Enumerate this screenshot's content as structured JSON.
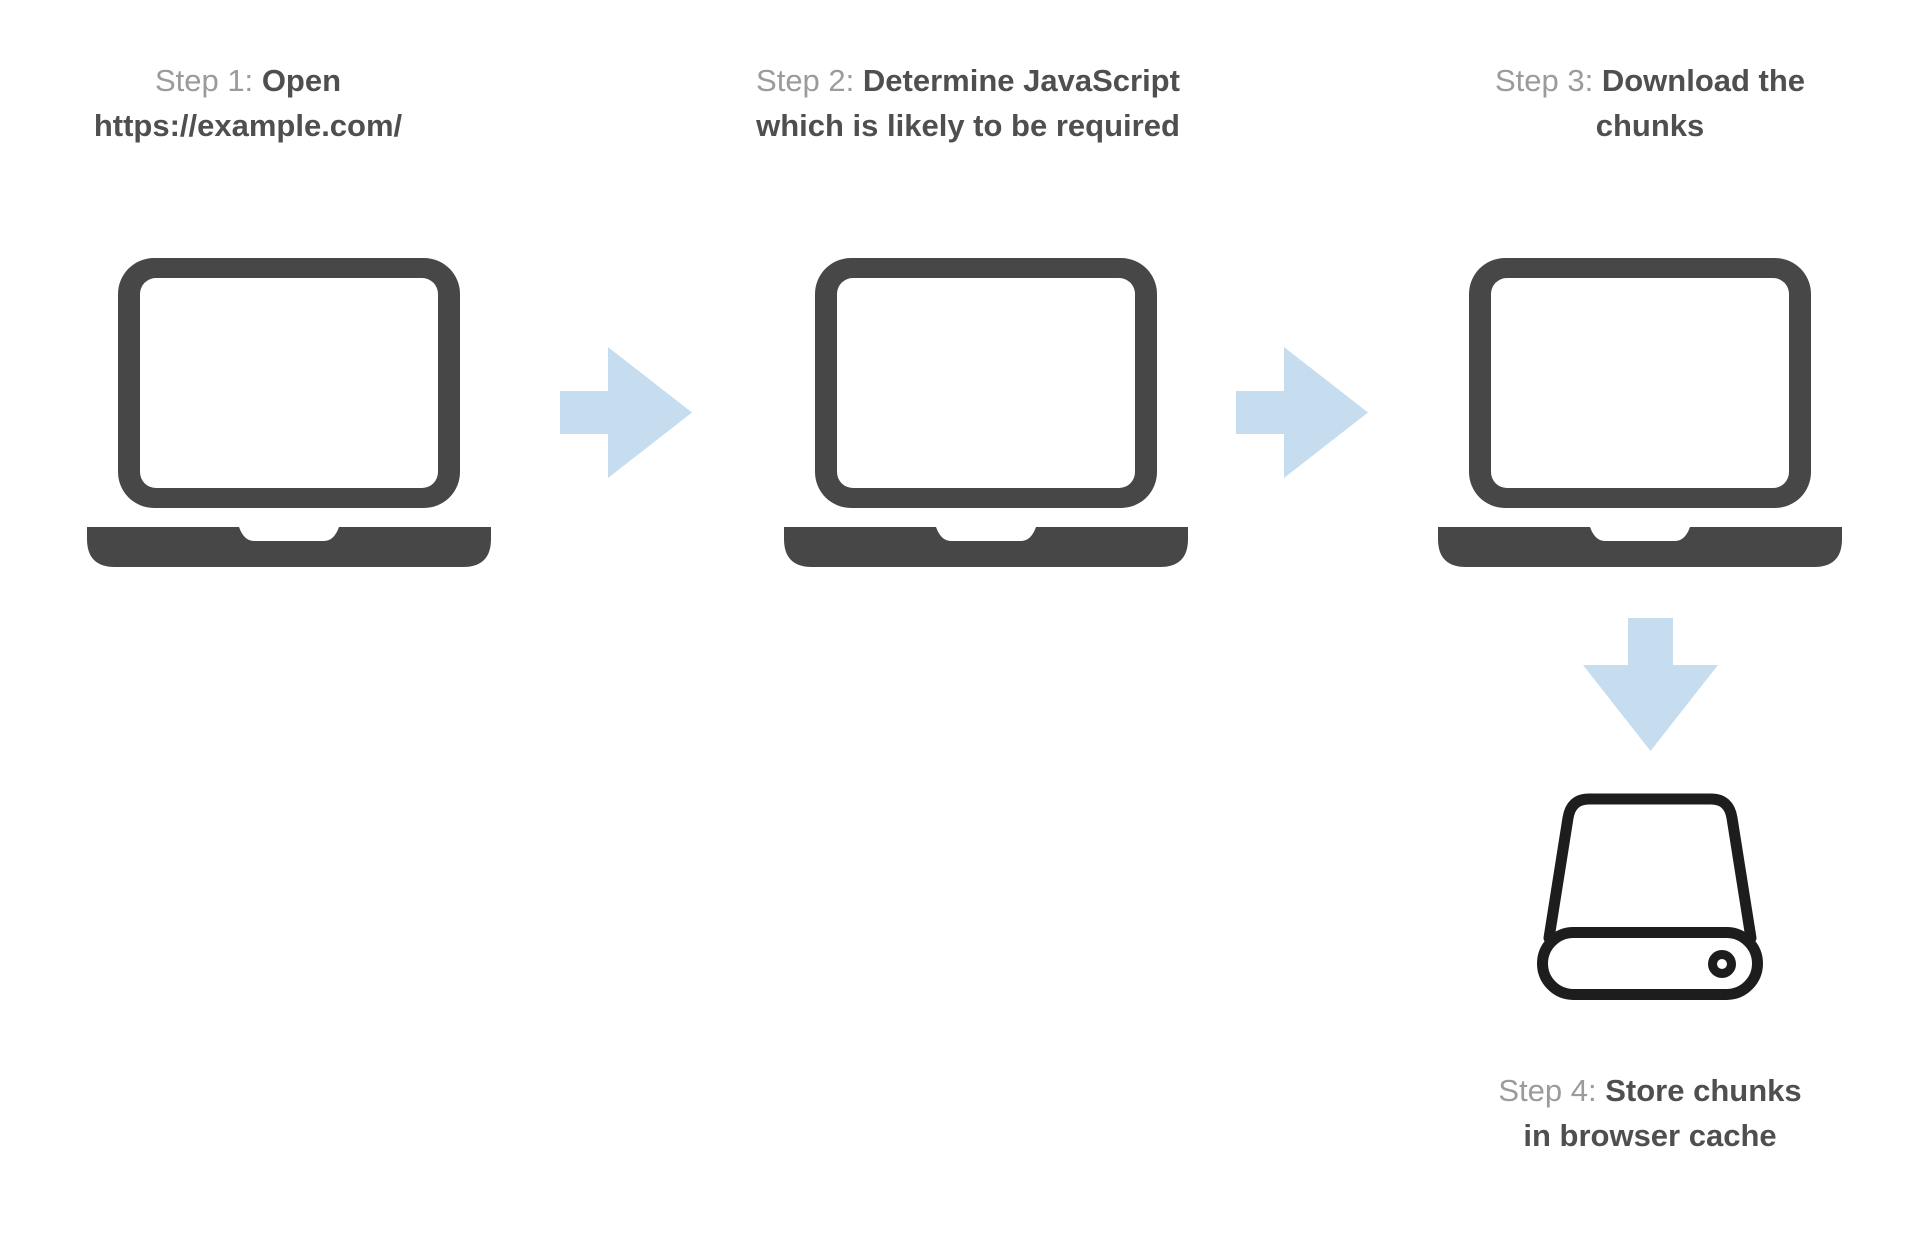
{
  "diagram": {
    "steps": [
      {
        "label": "Step 1:",
        "title": "Open https://example.com/",
        "icon": "laptop-icon"
      },
      {
        "label": "Step 2:",
        "title": "Determine JavaScript which is likely to be required",
        "icon": "laptop-icon"
      },
      {
        "label": "Step 3:",
        "title": "Download the chunks",
        "icon": "laptop-icon"
      },
      {
        "label": "Step 4:",
        "title": "Store chunks in browser cache",
        "icon": "hard-drive-icon"
      }
    ],
    "connectors": [
      {
        "from": "step-1",
        "to": "step-2",
        "icon": "arrow-right-icon"
      },
      {
        "from": "step-2",
        "to": "step-3",
        "icon": "arrow-right-icon"
      },
      {
        "from": "step-3",
        "to": "step-4",
        "icon": "arrow-down-icon"
      }
    ],
    "colors": {
      "background": "#ffffff",
      "step_label": "#9b9b9b",
      "step_title": "#4f4f4f",
      "laptop": "#474747",
      "screen_fill": "#ffffff",
      "arrow": "#c6ddf0",
      "drive_outline": "#1d1d1d"
    }
  }
}
